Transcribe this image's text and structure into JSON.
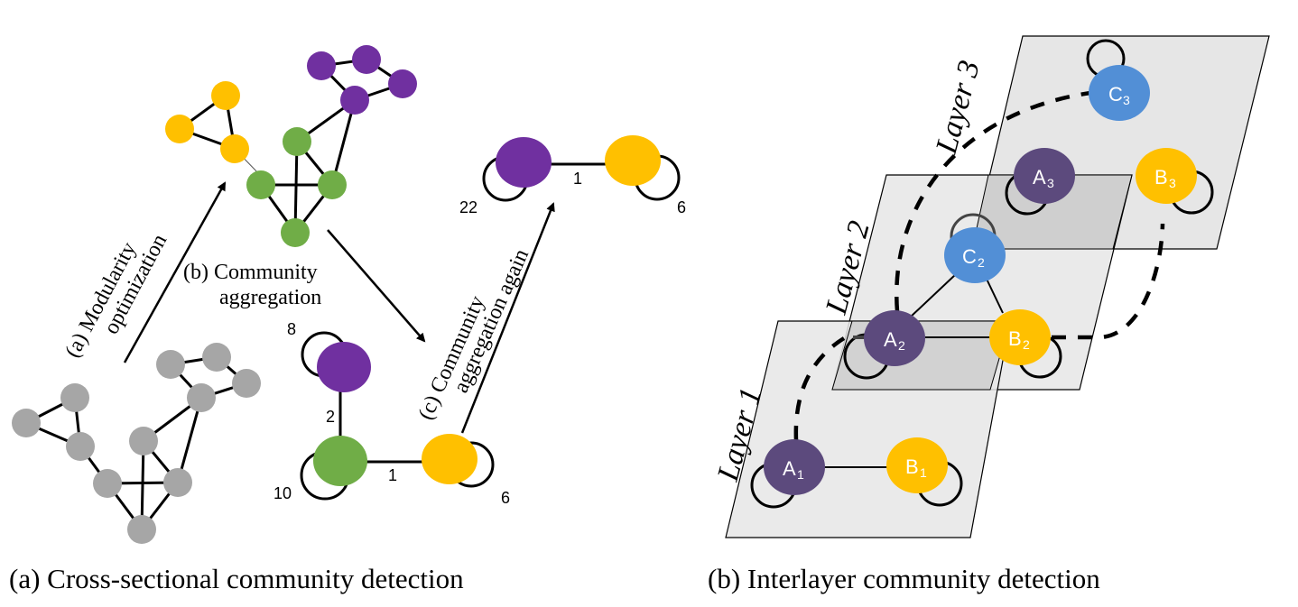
{
  "colors": {
    "gray_node": "#a6a6a6",
    "yellow": "#ffc000",
    "green": "#70ad47",
    "purple": "#7030a0",
    "dark_purple": "#5c4a7d",
    "blue": "#528fd6",
    "plane_fill": "#e6e6e6",
    "overlap_fill": "#cfcfcf"
  },
  "panel_a": {
    "caption": "(a) Cross-sectional community detection",
    "steps": {
      "a_line1": "(a) Modularity",
      "a_line2": "optimization",
      "b_line1": "(b) Community",
      "b_line2": "aggregation",
      "c_line1": "(c) Community",
      "c_line2": "aggregation again"
    },
    "aggregated_graph": {
      "purple_self_loop": "8",
      "purple_green_edge": "2",
      "green_self_loop": "10",
      "green_yellow_edge": "1",
      "yellow_self_loop": "6"
    },
    "final_graph": {
      "purple_self_loop": "22",
      "purple_yellow_edge": "1",
      "yellow_self_loop": "6"
    }
  },
  "panel_b": {
    "caption": "(b) Interlayer community detection",
    "layers": [
      {
        "label": "Layer 1",
        "nodes": [
          {
            "name": "A",
            "sub": "1"
          },
          {
            "name": "B",
            "sub": "1"
          }
        ]
      },
      {
        "label": "Layer 2",
        "nodes": [
          {
            "name": "A",
            "sub": "2"
          },
          {
            "name": "B",
            "sub": "2"
          },
          {
            "name": "C",
            "sub": "2"
          }
        ]
      },
      {
        "label": "Layer 3",
        "nodes": [
          {
            "name": "A",
            "sub": "3"
          },
          {
            "name": "B",
            "sub": "3"
          },
          {
            "name": "C",
            "sub": "3"
          }
        ]
      }
    ]
  }
}
